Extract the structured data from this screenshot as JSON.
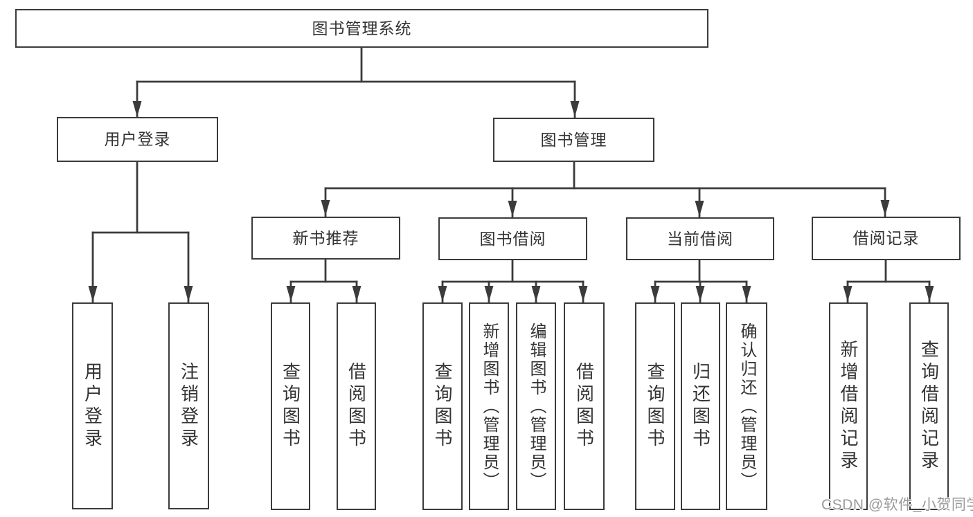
{
  "nodes": {
    "root": "图书管理系统",
    "user_login": "用户登录",
    "book_mgmt": "图书管理",
    "new_book_rec": "新书推荐",
    "book_borrow": "图书借阅",
    "current_borrow": "当前借阅",
    "borrow_record": "借阅记录",
    "user_login_leaf": "用户登录",
    "logout": "注销登录",
    "query_book_1": "查询图书",
    "borrow_book_1": "借阅图书",
    "query_book_2": "查询图书",
    "add_book": "新增图书（管理员）",
    "edit_book": "编辑图书（管理员）",
    "borrow_book_2": "借阅图书",
    "query_book_3": "查询图书",
    "return_book": "归还图书",
    "confirm_return": "确认归还（管理员）",
    "add_borrow_record": "新增借阅记录",
    "query_borrow_record": "查询借阅记录"
  },
  "hierarchy": {
    "图书管理系统": {
      "用户登录": [
        "用户登录",
        "注销登录"
      ],
      "图书管理": {
        "新书推荐": [
          "查询图书",
          "借阅图书"
        ],
        "图书借阅": [
          "查询图书",
          "新增图书（管理员）",
          "编辑图书（管理员）",
          "借阅图书"
        ],
        "当前借阅": [
          "查询图书",
          "归还图书",
          "确认归还（管理员）"
        ],
        "借阅记录": [
          "新增借阅记录",
          "查询借阅记录"
        ]
      }
    }
  },
  "watermark": "CSDN @软件_小贺同学",
  "colors": {
    "line": "#3b3b3b",
    "box_border": "#3b3b3b",
    "text": "#333333",
    "watermark": "#9a9a9a",
    "background": "#ffffff"
  }
}
